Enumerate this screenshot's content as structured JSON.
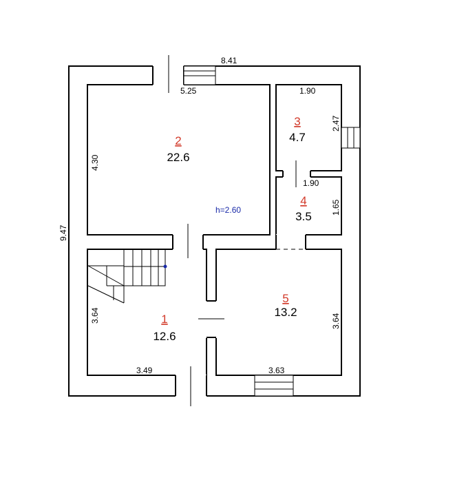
{
  "dimensions": {
    "outer_width": "8.41",
    "outer_height": "9.47",
    "room2_width": "5.25",
    "room2_height": "4.30",
    "room3_width": "1.90",
    "room3_height": "2.47",
    "room4_width": "1.90",
    "room4_height": "1.65",
    "room1_height": "3.64",
    "room1_width": "3.49",
    "room5_height": "3.64",
    "room5_width": "3.63"
  },
  "rooms": [
    {
      "number": "1",
      "area": "12.6"
    },
    {
      "number": "2",
      "area": "22.6"
    },
    {
      "number": "3",
      "area": "4.7"
    },
    {
      "number": "4",
      "area": "3.5"
    },
    {
      "number": "5",
      "area": "13.2"
    }
  ],
  "ceiling_height": "h=2.60",
  "colors": {
    "room_number": "#d23a2a",
    "ceiling_note": "#1a2aa8",
    "walls": "#000000"
  }
}
